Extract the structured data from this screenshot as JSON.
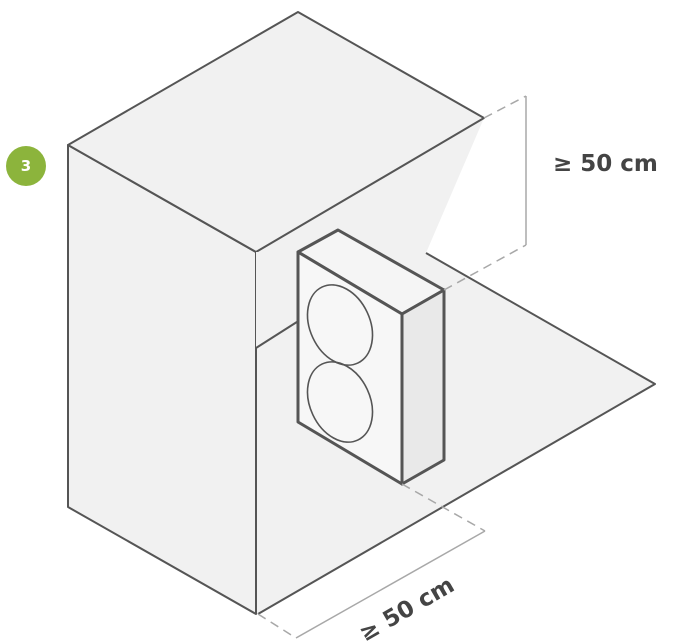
{
  "step_badge": {
    "number": "3",
    "color": "#8cb43c"
  },
  "dimensions": {
    "clearance_top": "≥ 50 cm",
    "clearance_bottom": "≥ 50 cm"
  },
  "colors": {
    "line": "#555555",
    "wall_fill": "#f1f1f1",
    "unit_side": "#e9e9e9",
    "dashed": "#a8a8a8",
    "text": "#444444"
  }
}
